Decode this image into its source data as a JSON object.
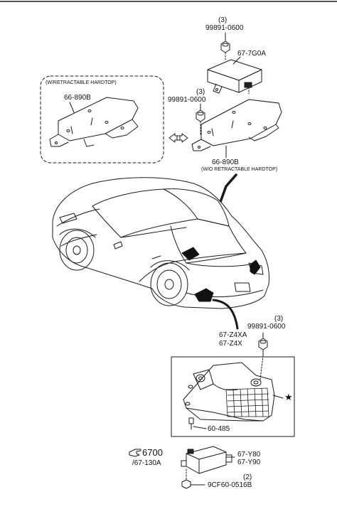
{
  "labels": {
    "qty_top": "(3)",
    "part_99891_top": "99891-0600",
    "part_67_7g0a": "67-7G0A",
    "box_caption": "(W/RETRACTABLE HARDTOP)",
    "part_66_890b_left": "66-890B",
    "qty_mid": "(3)",
    "part_99891_mid": "99891-0600",
    "part_66_890b_right": "66-890B",
    "wo_caption": "(W/O RETRACTABLE HARDTOP)",
    "qty_low": "(3)",
    "part_99891_low": "99891-0600",
    "part_67_z4xa": "67-Z4XA",
    "part_67_z4x": "67-Z4X",
    "star": "★",
    "part_60_485": "60-485",
    "ref_6700": "6700",
    "ref_67_130a": "/67-130A",
    "part_67_y80": "67-Y80",
    "part_67_y90": "67-Y90",
    "qty_bolt": "(2)",
    "part_9cf60": "9CF60-0516B"
  },
  "icons": {
    "pointing_hand": "pointing-hand-icon",
    "double_arrow": "double-arrow-icon"
  },
  "colors": {
    "line": "#1a1a1a",
    "background": "#ffffff"
  }
}
